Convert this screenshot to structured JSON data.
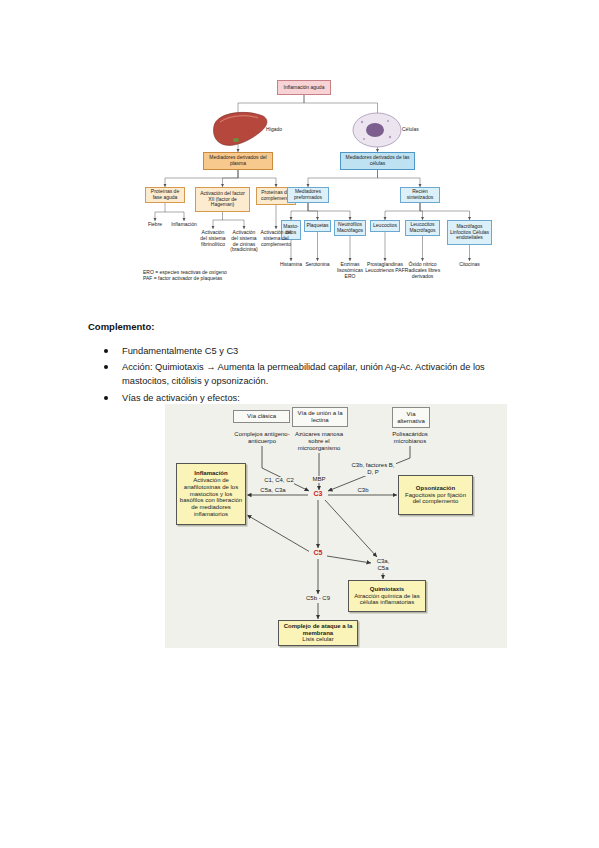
{
  "diagram": {
    "nodes": [
      {
        "text": [
          "Inflamación aguda"
        ]
      },
      {
        "text": [
          "Mediadores derivados del plasma"
        ]
      },
      {
        "text": [
          "Mediadores derivados de las células"
        ]
      },
      {
        "text": [
          "Proteínas de fase aguda"
        ]
      },
      {
        "text": [
          "Activación del factor XII (factor de Hageman)"
        ]
      },
      {
        "text": [
          "Proteínas del complemento"
        ]
      },
      {
        "text": [
          "Mediadores preformados"
        ]
      },
      {
        "text": [
          "Recién sintetizados"
        ]
      },
      {
        "text": [
          "Masto- citos"
        ]
      },
      {
        "text": [
          "Plaquetas"
        ]
      },
      {
        "text": [
          "Neutrófilos Macrófagos"
        ]
      },
      {
        "text": [
          "Leucocitos"
        ]
      },
      {
        "text": [
          "Leucocitos Macrófagos"
        ]
      },
      {
        "text": [
          "Macrófagos Linfocitos Células endoteliales"
        ]
      },
      {
        "text": [
          "Vía clásica"
        ]
      },
      {
        "text": [
          "Vía de unión a la lectina"
        ]
      },
      {
        "text": [
          "Vía alternativa"
        ]
      },
      {
        "text": [
          "Inflamación",
          "Activación de anafilotoxinas de los mastocitos y los basófilos con liberación de mediadores inflamatorios"
        ]
      },
      {
        "text": [
          "Opsonización",
          "Fagocitosis por fijación del complemento"
        ]
      },
      {
        "text": [
          "Quimiotaxis",
          "Atracción química de las células inflamatorias"
        ]
      },
      {
        "text": [
          "Complejo de ataque a la membrana",
          "Lisis celular"
        ]
      }
    ],
    "edges": [
      {
        "from": 0,
        "to": 1,
        "arrow": "to"
      },
      {
        "from": 0,
        "to": 2,
        "arrow": "to"
      },
      {
        "from": 1,
        "to": 3,
        "arrow": "to"
      },
      {
        "from": 1,
        "to": 4,
        "arrow": "to"
      },
      {
        "from": 1,
        "to": 5,
        "arrow": "to"
      },
      {
        "from": 2,
        "to": 6,
        "arrow": "to"
      },
      {
        "from": 2,
        "to": 7,
        "arrow": "to"
      },
      {
        "from": 6,
        "to": 8,
        "arrow": "to"
      },
      {
        "from": 6,
        "to": 9,
        "arrow": "to"
      },
      {
        "from": 6,
        "to": 10,
        "arrow": "to"
      },
      {
        "from": 7,
        "to": 11,
        "arrow": "to"
      },
      {
        "from": 7,
        "to": 12,
        "arrow": "to"
      },
      {
        "from": 7,
        "to": 13,
        "arrow": "to"
      }
    ],
    "labels": [
      "Hígado",
      "Células",
      "Fiebre",
      "Inflamación",
      "Activación del sistema fibrinolítico",
      "Activación del sistema de cininas (bradicinina)",
      "Activación del sistema del complemento",
      "Histamina",
      "Serotonina",
      "Enzimas lisosómicas ERO",
      "Prostaglandinas Leucotrienos PAF",
      "Óxido nítrico Radicales libres derivados",
      "Citocinas",
      "ERO = especies reactivas de oxígeno",
      "PAF = factor activador de plaquetas",
      "Complemento:",
      "Fundamentalmente C5 y C3",
      "Acción: Quimiotaxis → Aumenta la permeabilidad capilar, unión Ag-Ac. Activación de los mastocitos, citólisis y opsonización.",
      "Vías de activación y efectos:",
      "Complejos antígeno-anticuerpo",
      "Azúcares manosa sobre el microorganismo",
      "Polisacáridos microbianos",
      "C1, C4, C2",
      "MBP",
      "C3b, factores B, D, P",
      "C3",
      "C5a, C3a",
      "C3b",
      "C3a, C5a",
      "C5",
      "C5b - C9"
    ]
  }
}
